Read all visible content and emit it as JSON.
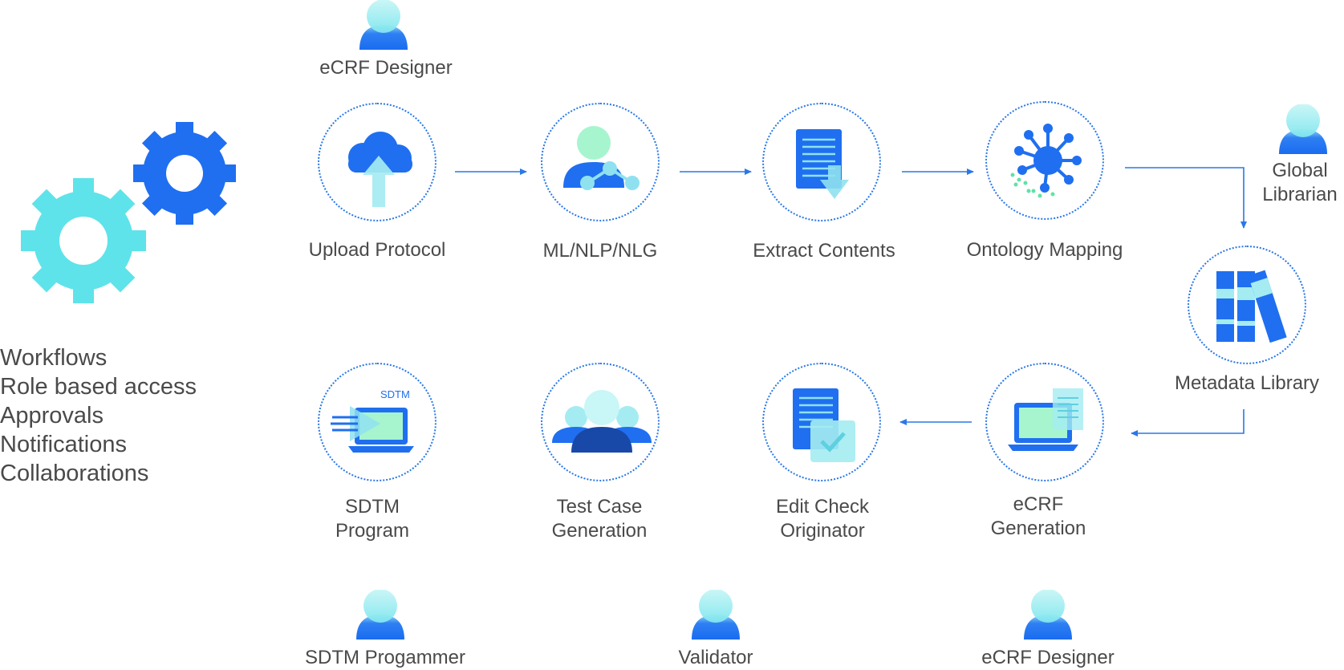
{
  "features": [
    "Workflows",
    "Role based access",
    "Approvals",
    "Notifications",
    "Collaborations"
  ],
  "roles": {
    "top_designer": "eCRF Designer",
    "global_librarian": "Global\nLibrarian",
    "sdtm_programmer": "SDTM Progammer",
    "validator": "Validator",
    "bottom_designer": "eCRF Designer"
  },
  "steps": {
    "upload_protocol": "Upload Protocol",
    "ml_nlp_nlg": "ML/NLP/NLG",
    "extract_contents": "Extract Contents",
    "ontology_mapping": "Ontology Mapping",
    "metadata_library": "Metadata Library",
    "ecrf_generation": "eCRF\nGeneration",
    "edit_check_originator": "Edit Check\nOriginator",
    "test_case_generation": "Test Case\nGeneration",
    "sdtm_program": "SDTM\nProgram"
  },
  "icon_text": {
    "sdtm_badge": "SDTM"
  },
  "colors": {
    "blue": "#1f6ff0",
    "cyan": "#5ee3ea",
    "mint": "#a6f5cf",
    "dotted": "#2a78e8"
  }
}
